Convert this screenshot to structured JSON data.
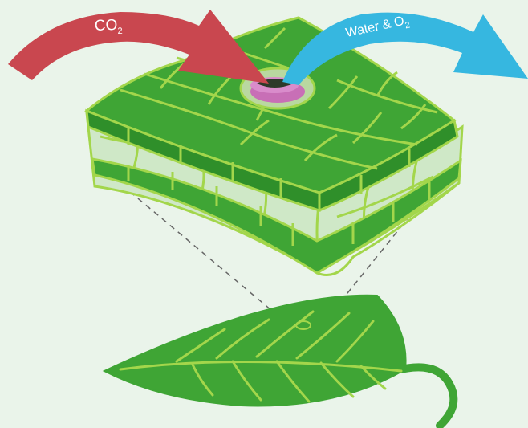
{
  "arrows": {
    "co2": {
      "label_main": "CO",
      "label_sub": "2",
      "color": "#c9474f"
    },
    "water_o2": {
      "label_main": "Water & O",
      "label_sub": "2",
      "color": "#36b7e0"
    }
  },
  "colors": {
    "background": "#eaf4ea",
    "cell_fill": "#3fa535",
    "cell_wall": "#a3d64b",
    "mesophyll": "#cfe8c7",
    "leaf_fill": "#3fa535",
    "leaf_vein": "#a3d64b",
    "stoma_pore": "#2d3a2a",
    "guard_cell": "#c86fb6",
    "guide_line": "#666666"
  }
}
